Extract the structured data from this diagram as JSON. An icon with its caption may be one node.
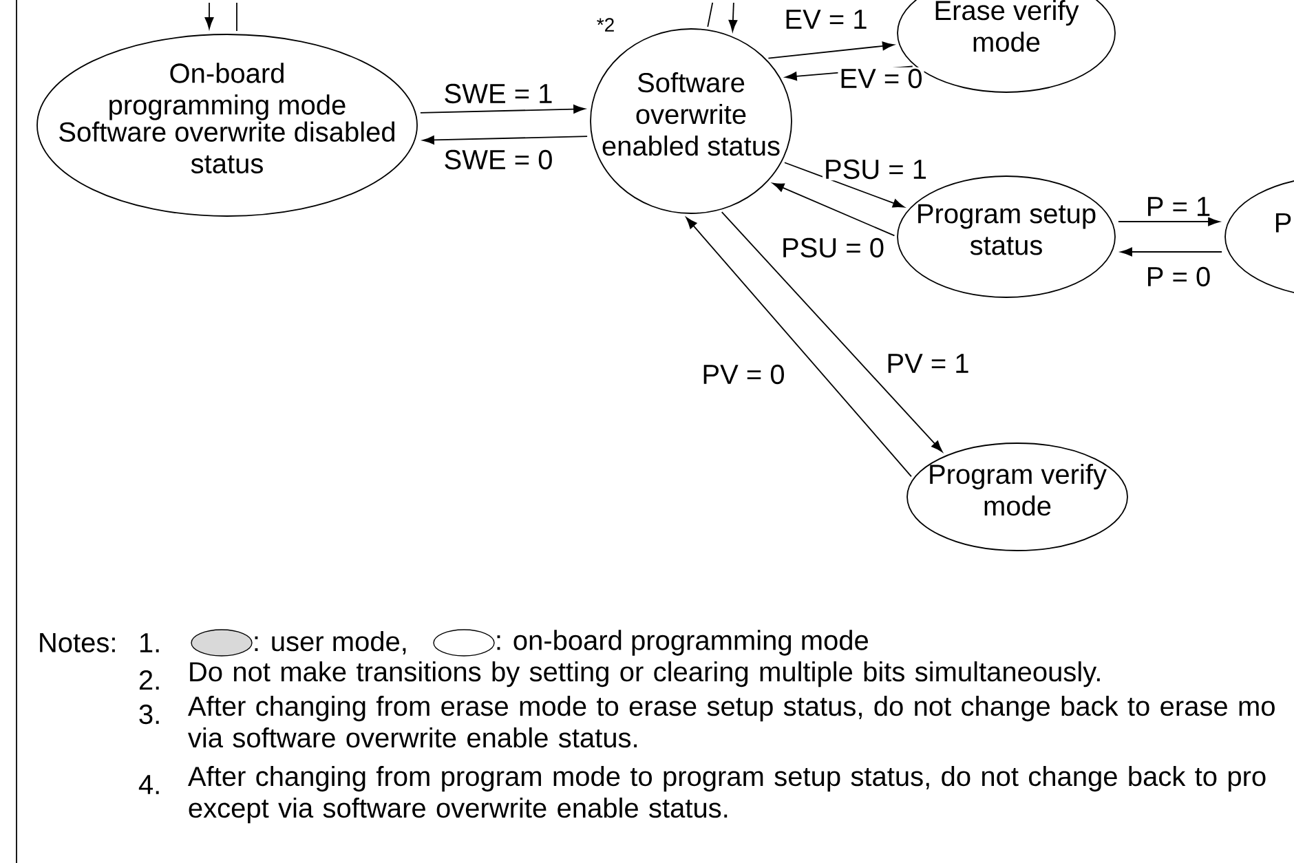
{
  "diagram": {
    "nodes": [
      {
        "text": [
          "On-board programming mode",
          "Software overwrite disabled status"
        ]
      },
      {
        "text": [
          "Software overwrite enabled status"
        ],
        "beside": [
          "*2"
        ]
      },
      {
        "text": [
          "Erase verify mode"
        ]
      },
      {
        "text": [
          "Program setup status"
        ]
      },
      {
        "text": [
          "P"
        ]
      },
      {
        "text": [
          "Program verify mode"
        ]
      }
    ],
    "edges": [
      {
        "from": null,
        "to": 0,
        "arrow": "to"
      },
      {
        "from": 0,
        "to": null,
        "arrow": "none"
      },
      {
        "from": 0,
        "to": 1,
        "arrow": "to",
        "label": "SWE = 1"
      },
      {
        "from": 1,
        "to": 0,
        "arrow": "to",
        "label": "SWE = 0"
      },
      {
        "from": 1,
        "to": null,
        "arrow": "none"
      },
      {
        "from": null,
        "to": 1,
        "arrow": "to"
      },
      {
        "from": 1,
        "to": 2,
        "arrow": "to",
        "label": "EV = 1"
      },
      {
        "from": 2,
        "to": 1,
        "arrow": "to",
        "label": "EV = 0"
      },
      {
        "from": 1,
        "to": 3,
        "arrow": "to",
        "label": "PSU = 1"
      },
      {
        "from": 3,
        "to": 1,
        "arrow": "to",
        "label": "PSU = 0"
      },
      {
        "from": 3,
        "to": 4,
        "arrow": "to",
        "label": "P = 1"
      },
      {
        "from": 4,
        "to": 3,
        "arrow": "to",
        "label": "P = 0"
      },
      {
        "from": 1,
        "to": 5,
        "arrow": "to",
        "label": "PV = 1"
      },
      {
        "from": 5,
        "to": 1,
        "arrow": "to",
        "label": "PV = 0"
      }
    ],
    "labels": [
      "Notes:",
      "1.",
      "2.",
      "Do not make transitions by setting or clearing multiple bits simultaneously.",
      "3.",
      "After changing from erase mode to erase setup status, do not change back to erase mo via software overwrite enable status.",
      "4.",
      "After changing from program mode to program setup status, do not change back to pro except via software overwrite enable status."
    ],
    "legend": [
      {
        "text": ": user mode,",
        "color": "#d9d9d9"
      },
      {
        "text": ": on-board programming mode"
      }
    ]
  }
}
